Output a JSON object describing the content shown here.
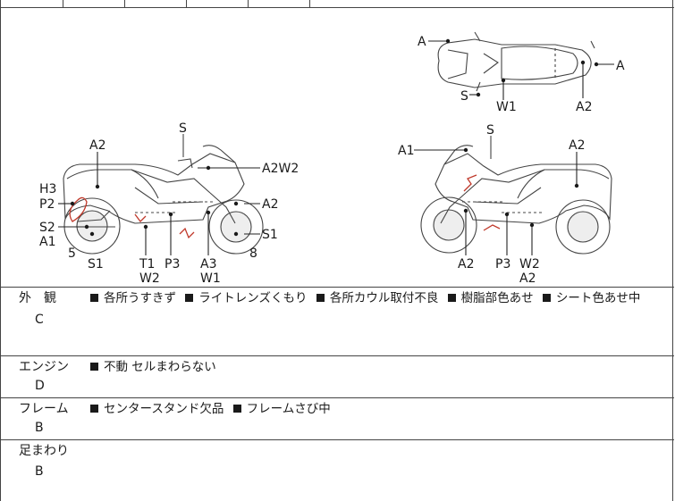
{
  "diagram": {
    "left_bike_labels": [
      "A2",
      "S",
      "A2W2",
      "H3",
      "P2",
      "A2",
      "S2",
      "A1",
      "S1",
      "5",
      "S1",
      "T1",
      "W2",
      "P3",
      "A3",
      "W1",
      "8"
    ],
    "right_top_labels": [
      "A",
      "A",
      "S",
      "W1",
      "A2"
    ],
    "right_side_labels": [
      "A1",
      "S",
      "A2",
      "A2",
      "P3",
      "W2",
      "A2"
    ]
  },
  "sections": [
    {
      "label": "外　観",
      "grade": "C",
      "notes": [
        "各所うすきず",
        "ライトレンズくもり",
        "各所カウル取付不良",
        "樹脂部色あせ",
        "シート色あせ中"
      ]
    },
    {
      "label": "エンジン",
      "grade": "D",
      "notes": [
        "不動 セルまわらない"
      ]
    },
    {
      "label": "フレーム",
      "grade": "B",
      "notes": [
        "センタースタンド欠品",
        "フレームさび中"
      ]
    },
    {
      "label": "足まわり",
      "grade": "B",
      "notes": []
    }
  ]
}
